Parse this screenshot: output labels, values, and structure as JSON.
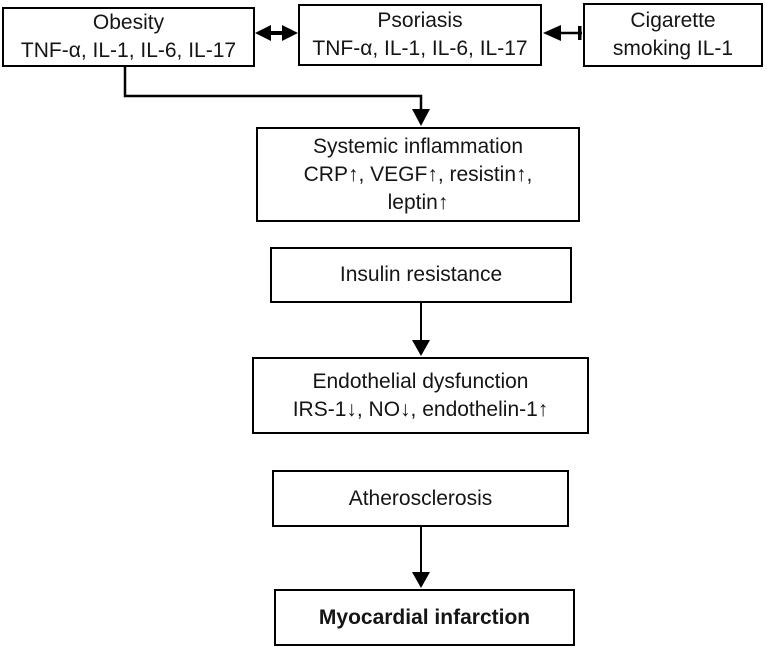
{
  "diagram": {
    "type": "flowchart",
    "nodes": {
      "obesity": {
        "lines": [
          "Obesity",
          "TNF-α, IL-1, IL-6, IL-17"
        ]
      },
      "psoriasis": {
        "lines": [
          "Psoriasis",
          "TNF-α, IL-1, IL-6, IL-17"
        ]
      },
      "cigarette_smoking": {
        "lines": [
          "Cigarette",
          "smoking IL-1"
        ]
      },
      "systemic_inflammation": {
        "lines": [
          "Systemic inflammation",
          "CRP↑, VEGF↑, resistin↑,",
          "leptin↑"
        ]
      },
      "insulin_resistance": {
        "lines": [
          "Insulin resistance"
        ]
      },
      "endothelial_dysfunction": {
        "lines": [
          "Endothelial dysfunction",
          "IRS-1↓, NO↓, endothelin-1↑"
        ]
      },
      "atherosclerosis": {
        "lines": [
          "Atherosclerosis"
        ]
      },
      "myocardial_infarction": {
        "lines": [
          "Myocardial infarction"
        ]
      }
    },
    "edges": [
      {
        "from": "obesity",
        "to": "psoriasis",
        "type": "bidirectional-arrow"
      },
      {
        "from": "cigarette_smoking",
        "to": "psoriasis",
        "type": "arrow"
      },
      {
        "from": "obesity",
        "to": "systemic_inflammation",
        "type": "elbow-arrow"
      },
      {
        "from": "systemic_inflammation",
        "to": "insulin_resistance",
        "type": "stacked-no-arrow"
      },
      {
        "from": "insulin_resistance",
        "to": "endothelial_dysfunction",
        "type": "arrow"
      },
      {
        "from": "endothelial_dysfunction",
        "to": "atherosclerosis",
        "type": "stacked-no-arrow"
      },
      {
        "from": "atherosclerosis",
        "to": "myocardial_infarction",
        "type": "arrow"
      }
    ],
    "colors": {
      "line": "#000000",
      "box_border": "#000000",
      "box_fill": "#ffffff",
      "text": "#151515",
      "background": "#ffffff"
    }
  }
}
